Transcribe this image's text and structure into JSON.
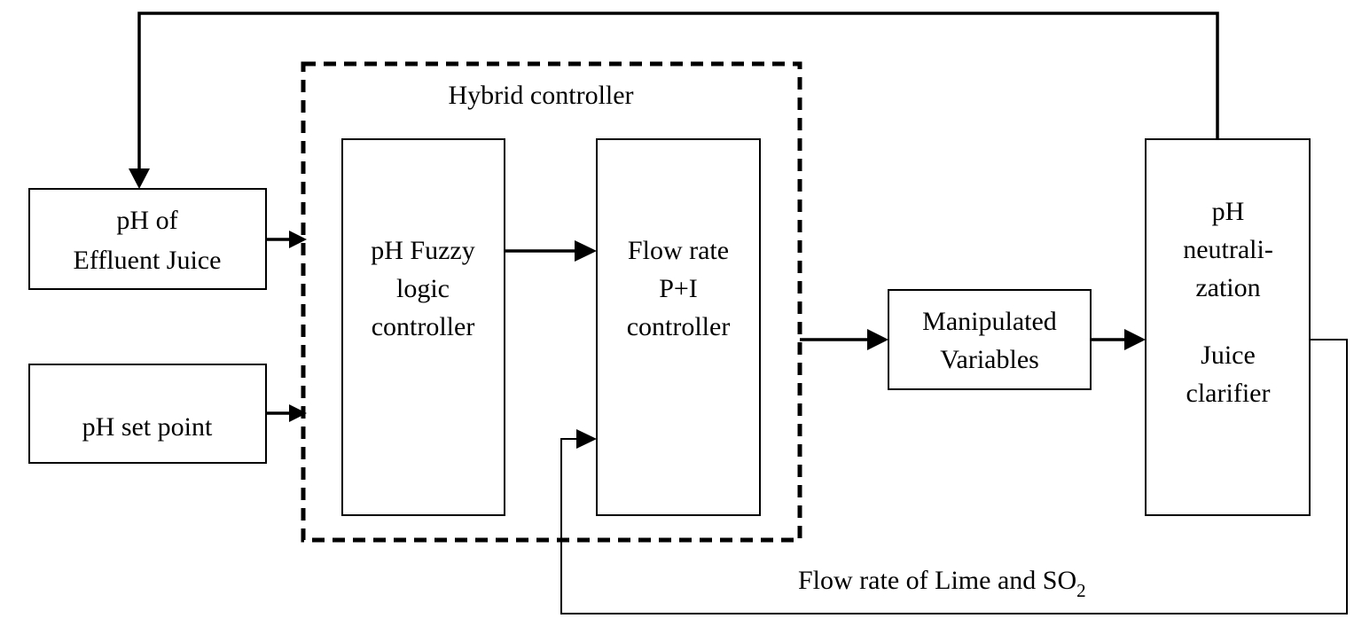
{
  "hybrid_controller": {
    "title": "Hybrid controller"
  },
  "blocks": {
    "effluent": {
      "lines": [
        "pH of",
        "Effluent Juice"
      ]
    },
    "setpoint": {
      "lines": [
        "pH set point"
      ]
    },
    "fuzzy": {
      "lines": [
        "pH Fuzzy",
        "logic",
        "controller"
      ]
    },
    "pi": {
      "lines": [
        "Flow rate",
        "P+I",
        "controller"
      ]
    },
    "manipulated": {
      "lines": [
        "Manipulated",
        "Variables"
      ]
    },
    "clarifier": {
      "lines": [
        "pH",
        "neutrali-",
        "zation",
        "Juice",
        "clarifier"
      ]
    }
  },
  "feedback_label": {
    "text": "Flow rate of Lime and SO",
    "subscript": "2"
  }
}
